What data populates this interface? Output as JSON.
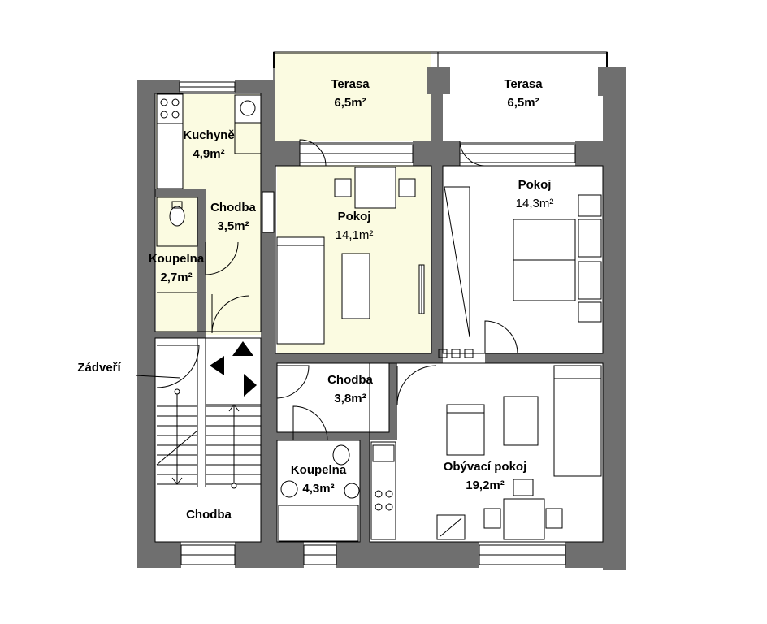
{
  "rooms": {
    "terrace_left": {
      "name": "Terasa",
      "area": "6,5m²"
    },
    "terrace_right": {
      "name": "Terasa",
      "area": "6,5m²"
    },
    "kitchen": {
      "name": "Kuchyně",
      "area": "4,9m²"
    },
    "hall_small": {
      "name": "Chodba",
      "area": "3,5m²"
    },
    "bathroom_left": {
      "name": "Koupelna",
      "area": "2,7m²"
    },
    "room_left": {
      "name": "Pokoj",
      "area": "14,1m²"
    },
    "room_right": {
      "name": "Pokoj",
      "area": "14,3m²"
    },
    "hall_middle": {
      "name": "Chodba",
      "area": "3,8m²"
    },
    "bathroom_main": {
      "name": "Koupelna",
      "area": "4,3m²"
    },
    "living_room": {
      "name": "Obývací pokoj",
      "area": "19,2m²"
    },
    "hall_bottom": {
      "name": "Chodba"
    }
  },
  "annotations": {
    "vestibule": "Zádveří"
  },
  "colors": {
    "wall": "#6f6f6f",
    "highlight": "#fbfbe1",
    "line": "#000000"
  }
}
